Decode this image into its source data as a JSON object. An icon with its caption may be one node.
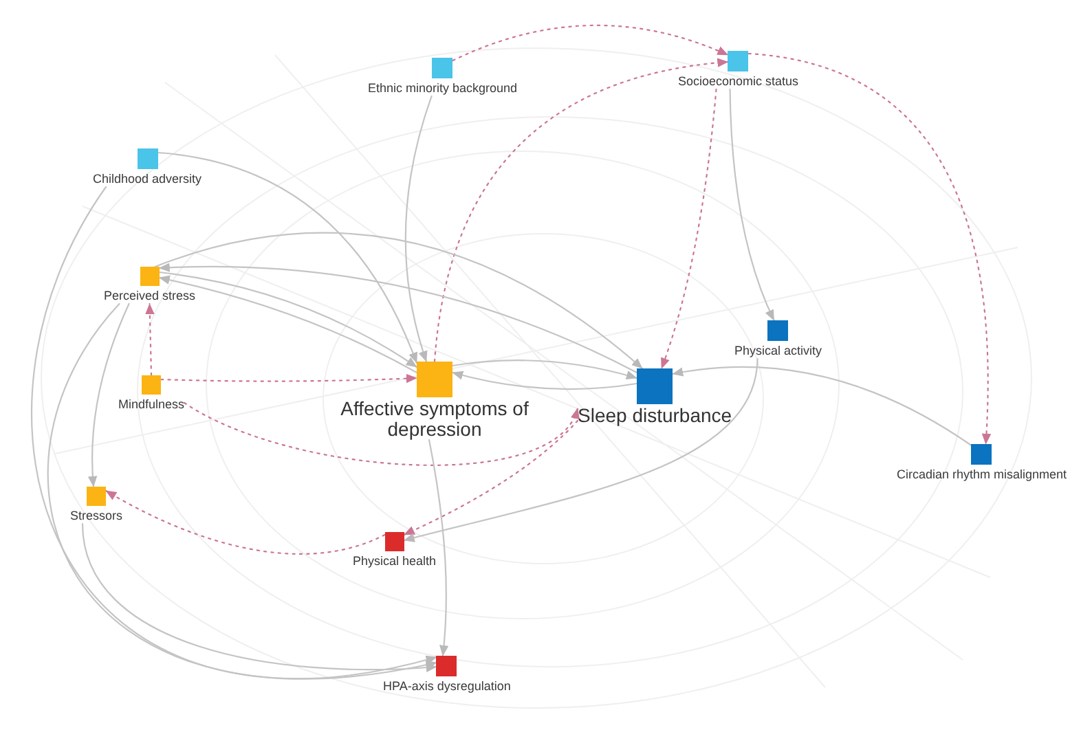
{
  "diagram": {
    "nodes": [
      {
        "text": [
          "Ethnic minority background"
        ]
      },
      {
        "text": [
          "Socioeconomic status"
        ]
      },
      {
        "text": [
          "Childhood adversity"
        ]
      },
      {
        "text": [
          "Perceived stress"
        ]
      },
      {
        "text": [
          "Mindfulness"
        ]
      },
      {
        "text": [
          "Affective symptoms of depression"
        ]
      },
      {
        "text": [
          "Sleep disturbance"
        ]
      },
      {
        "text": [
          "Physical activity"
        ]
      },
      {
        "text": [
          "Circadian rhythm misalignment"
        ]
      },
      {
        "text": [
          "Stressors"
        ]
      },
      {
        "text": [
          "Physical health"
        ]
      },
      {
        "text": [
          "HPA-axis dysregulation"
        ]
      }
    ],
    "edges": [
      {
        "from": 0,
        "to": 5,
        "arrow": "to"
      },
      {
        "from": 0,
        "to": 1,
        "arrow": "to",
        "style": "dashed",
        "color": "#cc7595"
      },
      {
        "from": 5,
        "to": 1,
        "arrow": "to",
        "style": "dashed",
        "color": "#cc7595"
      },
      {
        "from": 1,
        "to": 6,
        "arrow": "to",
        "style": "dashed",
        "color": "#cc7595"
      },
      {
        "from": 1,
        "to": 8,
        "arrow": "to",
        "style": "dashed",
        "color": "#cc7595"
      },
      {
        "from": 1,
        "to": 7,
        "arrow": "to"
      },
      {
        "from": 2,
        "to": 5,
        "arrow": "to"
      },
      {
        "from": 2,
        "to": 11,
        "arrow": "to"
      },
      {
        "from": 3,
        "to": 5,
        "arrow": "to"
      },
      {
        "from": 5,
        "to": 3,
        "arrow": "to"
      },
      {
        "from": 3,
        "to": 6,
        "arrow": "to"
      },
      {
        "from": 6,
        "to": 3,
        "arrow": "to"
      },
      {
        "from": 5,
        "to": 6,
        "arrow": "to"
      },
      {
        "from": 6,
        "to": 5,
        "arrow": "to"
      },
      {
        "from": 4,
        "to": 3,
        "arrow": "to",
        "style": "dashed",
        "color": "#cc7595"
      },
      {
        "from": 4,
        "to": 5,
        "arrow": "to",
        "style": "dashed",
        "color": "#cc7595"
      },
      {
        "from": 4,
        "to": 6,
        "arrow": "to",
        "style": "dashed",
        "color": "#cc7595"
      },
      {
        "from": 10,
        "to": 9,
        "arrow": "to",
        "style": "dashed",
        "color": "#cc7595"
      },
      {
        "from": 6,
        "to": 10,
        "arrow": "to",
        "style": "dashed",
        "color": "#cc7595"
      },
      {
        "from": 7,
        "to": 10,
        "arrow": "to"
      },
      {
        "from": 8,
        "to": 6,
        "arrow": "to"
      },
      {
        "from": 5,
        "to": 11,
        "arrow": "to"
      },
      {
        "from": 3,
        "to": 9,
        "arrow": "to"
      },
      {
        "from": 3,
        "to": 11,
        "arrow": "to"
      },
      {
        "from": 9,
        "to": 11,
        "arrow": "to"
      }
    ]
  }
}
